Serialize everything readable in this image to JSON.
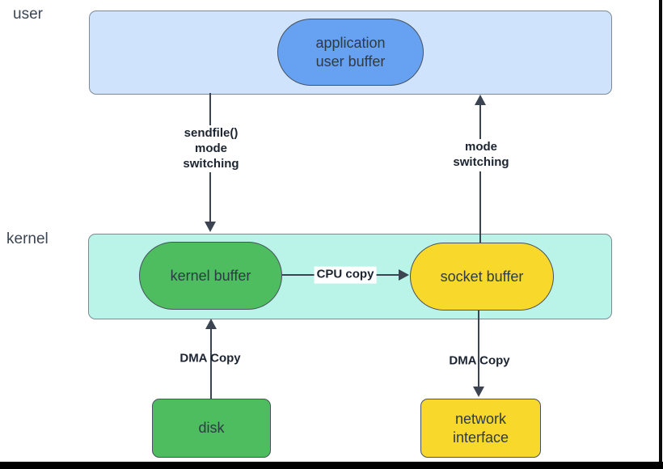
{
  "side_labels": {
    "user": "user",
    "kernel": "kernel"
  },
  "bands": {
    "user": {
      "fill": "#cfe3fc"
    },
    "kernel": {
      "fill": "#baf4e8"
    }
  },
  "nodes": {
    "app_buffer": {
      "label": "application\nuser buffer",
      "fill": "#66a1f2"
    },
    "kernel_buffer": {
      "label": "kernel buffer",
      "fill": "#4dbd5f"
    },
    "socket_buffer": {
      "label": "socket buffer",
      "fill": "#f8d82b"
    },
    "disk": {
      "label": "disk",
      "fill": "#4dbd5f"
    },
    "network_interface": {
      "label": "network\ninterface",
      "fill": "#f8d82b"
    }
  },
  "edge_labels": {
    "sendfile": "sendfile()\nmode\nswitching",
    "mode_switching": "mode\nswitching",
    "cpu_copy": "CPU copy",
    "dma_disk": "DMA Copy",
    "dma_network": "DMA Copy"
  },
  "colors": {
    "line": "#3b4450",
    "node_border": "#47525e",
    "band_border": "#7d8a96",
    "user_band_fill": "#cfe3fc",
    "kernel_band_fill": "#baf4e8",
    "blue_node_fill": "#66a1f2",
    "green_node_fill": "#4dbd5f",
    "yellow_node_fill": "#f8d82b",
    "frame": "#000000"
  }
}
